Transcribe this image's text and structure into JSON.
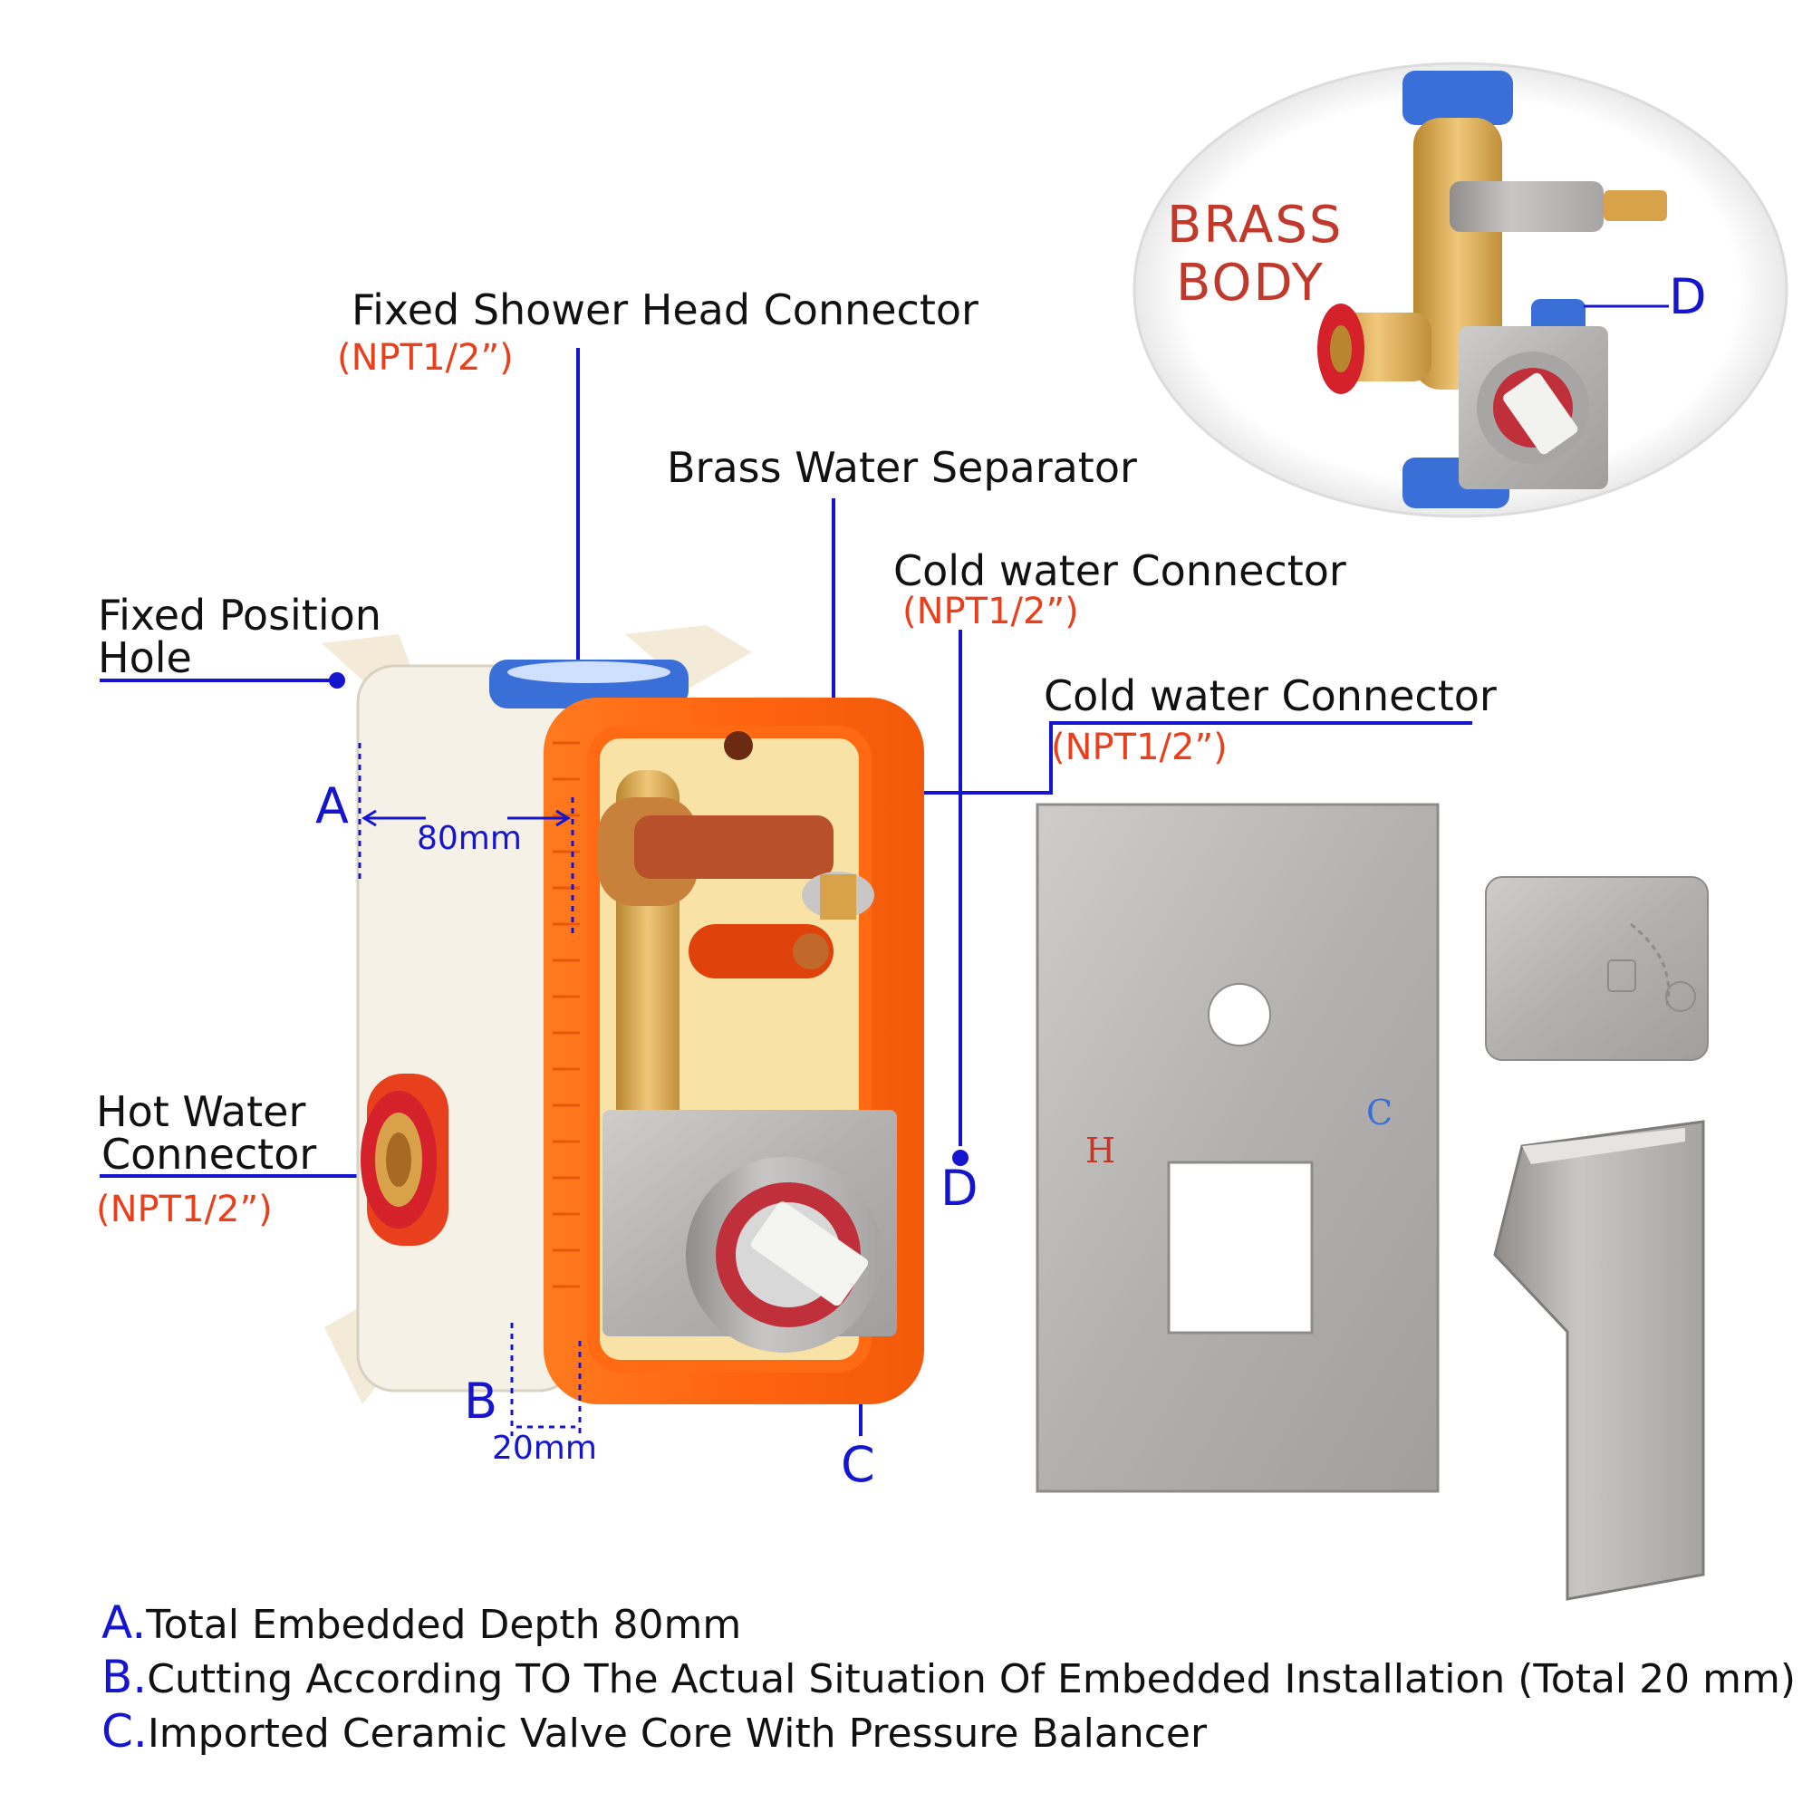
{
  "labels": {
    "fixed_shower": "Fixed Shower Head Connector",
    "fixed_shower_npt": "(NPT1/2”)",
    "brass_separator": "Brass Water Separator",
    "cold_1": "Cold water Connector",
    "cold_1_npt": "(NPT1/2”)",
    "cold_2": "Cold water Connector",
    "cold_2_npt": "(NPT1/2”)",
    "fixed_hole_line1": "Fixed Position",
    "fixed_hole_line2": "Hole",
    "hot_line1": "Hot Water",
    "hot_line2": "Connector",
    "hot_npt": "(NPT1/2”)"
  },
  "markers": {
    "a": "A",
    "b": "B",
    "c": "C",
    "d": "D",
    "d_inset": "D",
    "dim_a": "80mm",
    "dim_b": "20mm"
  },
  "inset": {
    "title_line1": "BRASS",
    "title_line2": "BODY"
  },
  "plate": {
    "hot_mark": "H",
    "cold_mark": "C"
  },
  "notes": [
    {
      "letter": "A.",
      "text": "Total Embedded Depth 80mm"
    },
    {
      "letter": "B.",
      "text": "Cutting According TO The Actual Situation Of Embedded Installation (Total 20 mm)"
    },
    {
      "letter": "C.",
      "text": "Imported Ceramic Valve Core With Pressure Balancer"
    }
  ],
  "colors": {
    "leader_blue": "#1515d0",
    "npt_red": "#e8401c",
    "box_orange": "#ff6a13",
    "brushed_steel": "#b8b6b4"
  }
}
